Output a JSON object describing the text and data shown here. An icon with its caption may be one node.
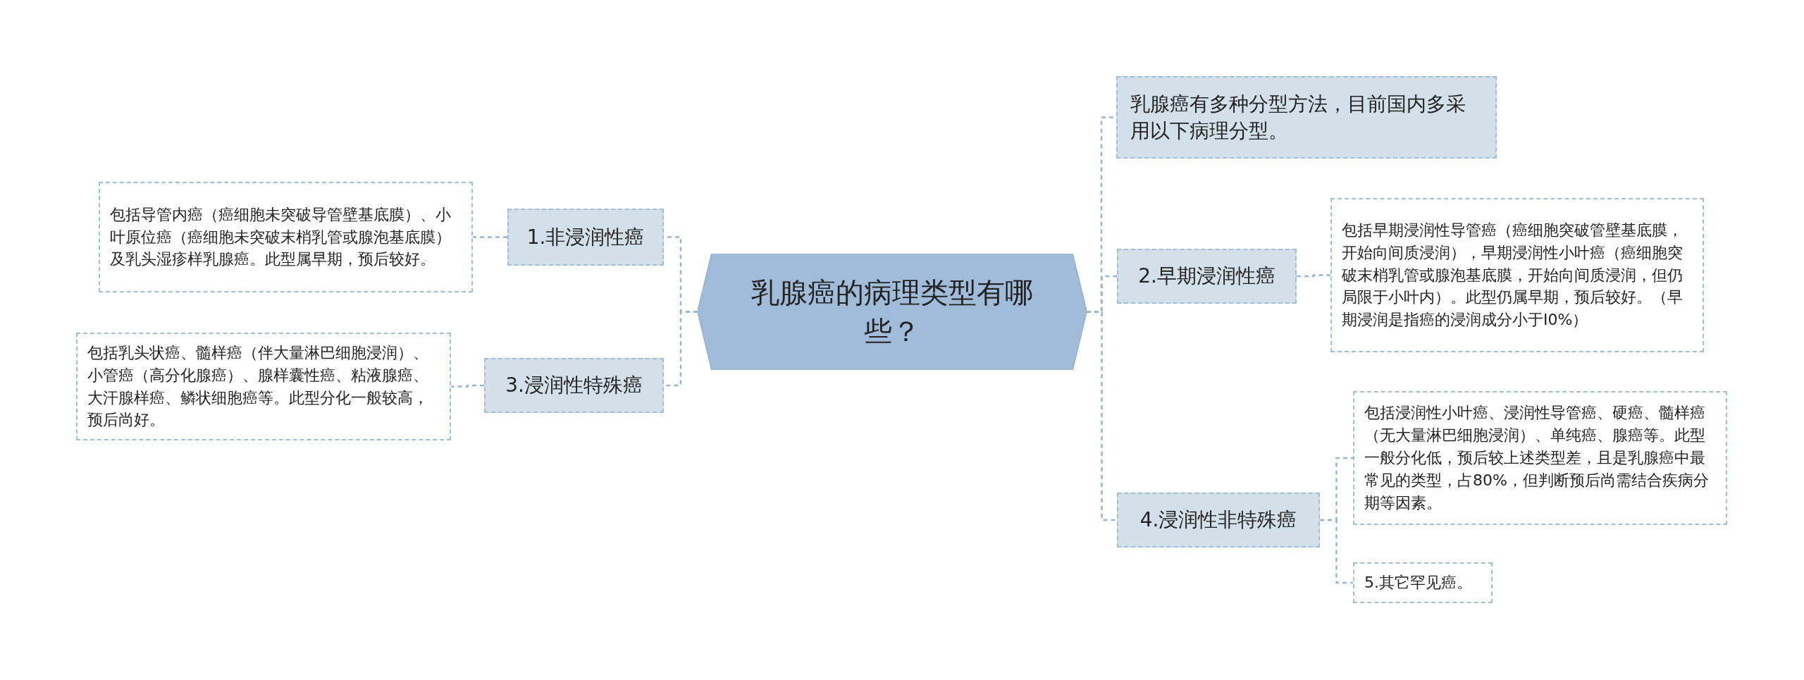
{
  "diagram": {
    "nodes": [
      {
        "text": [
          "乳腺癌的病理类型有哪些？"
        ]
      },
      {
        "text": [
          "包括导管内癌（癌细胞未突破导管壁基底膜）、小叶原位癌（癌细胞未突破末梢乳管或腺泡基底膜）及乳头湿疹样乳腺癌。此型属早期，预后较好。"
        ]
      },
      {
        "text": [
          "1.非浸润性癌"
        ]
      },
      {
        "text": [
          "包括乳头状癌、髓样癌（伴大量淋巴细胞浸润）、小管癌（高分化腺癌）、腺样囊性癌、粘液腺癌、大汗腺样癌、鳞状细胞癌等。此型分化一般较高，预后尚好。"
        ]
      },
      {
        "text": [
          "3.浸润性特殊癌"
        ]
      },
      {
        "text": [
          "乳腺癌有多种分型方法，目前国内多采用以下病理分型。"
        ]
      },
      {
        "text": [
          "2.早期浸润性癌"
        ]
      },
      {
        "text": [
          "包括早期浸润性导管癌（癌细胞突破管壁基底膜，开始向间质浸润），早期浸润性小叶癌（癌细胞突破末梢乳管或腺泡基底膜，开始向间质浸润，但仍局限于小叶内）。此型仍属早期，预后较好。（早期浸润是指癌的浸润成分小于I0%）"
        ]
      },
      {
        "text": [
          "4.浸润性非特殊癌"
        ]
      },
      {
        "text": [
          "包括浸润性小叶癌、浸润性导管癌、硬癌、髓样癌（无大量淋巴细胞浸润）、单纯癌、腺癌等。此型一般分化低，预后较上述类型差，且是乳腺癌中最常见的类型，占80%，但判断预后尚需结合疾病分期等因素。"
        ]
      },
      {
        "text": [
          "5.其它罕见癌。"
        ]
      }
    ],
    "edges": [
      {
        "from": 0,
        "to": 2,
        "arrow": "none"
      },
      {
        "from": 0,
        "to": 4,
        "arrow": "none"
      },
      {
        "from": 0,
        "to": 5,
        "arrow": "none"
      },
      {
        "from": 0,
        "to": 6,
        "arrow": "none"
      },
      {
        "from": 0,
        "to": 8,
        "arrow": "none"
      },
      {
        "from": 2,
        "to": 1,
        "arrow": "none"
      },
      {
        "from": 4,
        "to": 3,
        "arrow": "none"
      },
      {
        "from": 6,
        "to": 7,
        "arrow": "none"
      },
      {
        "from": 8,
        "to": 9,
        "arrow": "none"
      },
      {
        "from": 8,
        "to": 10,
        "arrow": "none"
      }
    ]
  }
}
